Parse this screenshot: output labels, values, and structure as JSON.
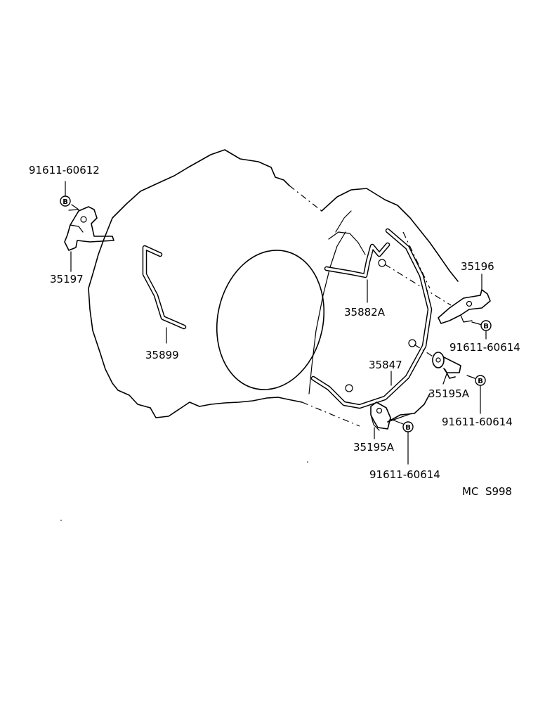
{
  "labels": {
    "bolt_top_left": "91611-60612",
    "bracket_left": "35197",
    "pipe_left": "35899",
    "pipe_center": "35882A",
    "bracket_right": "35196",
    "bolt_right_upper": "91611-60614",
    "pipe_right": "35847",
    "clamp_right": "35195A",
    "bolt_right_lower": "91611-60614",
    "clamp_bottom": "35195A",
    "bolt_bottom": "91611-60614",
    "diagram_code": "MC  S998"
  },
  "bolt_marker_letter": "B"
}
